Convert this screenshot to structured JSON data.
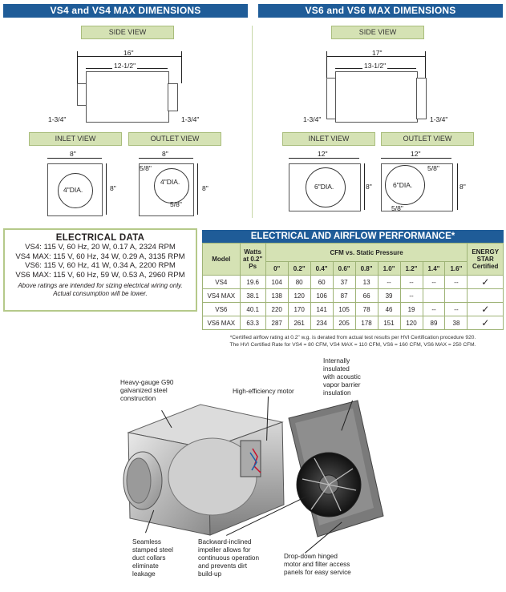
{
  "vs4": {
    "title": "VS4 and VS4 MAX DIMENSIONS",
    "side_view_label": "SIDE VIEW",
    "inlet_view_label": "INLET VIEW",
    "outlet_view_label": "OUTLET VIEW",
    "overall_length": "16\"",
    "body_length": "12-1/2\"",
    "left_collar": "1-3/4\"",
    "right_collar": "1-3/4\"",
    "inlet_width": "8\"",
    "inlet_height": "8\"",
    "inlet_dia": "4\"DIA.",
    "outlet_width": "8\"",
    "outlet_height": "8\"",
    "outlet_dia": "4\"DIA.",
    "outlet_offset_top": "5/8\"",
    "outlet_offset_bottom": "5/8\""
  },
  "vs6": {
    "title": "VS6 and VS6 MAX DIMENSIONS",
    "side_view_label": "SIDE VIEW",
    "inlet_view_label": "INLET VIEW",
    "outlet_view_label": "OUTLET VIEW",
    "overall_length": "17\"",
    "body_length": "13-1/2\"",
    "left_collar": "1-3/4\"",
    "right_collar": "1-3/4\"",
    "inlet_width": "12\"",
    "inlet_height": "8\"",
    "inlet_dia": "6\"DIA.",
    "outlet_width": "12\"",
    "outlet_height": "8\"",
    "outlet_dia": "6\"DIA.",
    "outlet_offset_top": "5/8\"",
    "outlet_offset_bottom": "5/8\""
  },
  "electrical": {
    "title": "ELECTRICAL DATA",
    "lines": [
      "VS4: 115 V, 60 Hz, 20 W, 0.17 A, 2324 RPM",
      "VS4 MAX: 115 V, 60 Hz, 34 W, 0.29 A, 3135 RPM",
      "VS6: 115 V, 60 Hz, 41 W, 0.34 A, 2200 RPM",
      "VS6 MAX: 115 V, 60 Hz, 59 W, 0.53 A, 2960 RPM"
    ],
    "note_1": "Above ratings are intended for sizing electrical wiring only.",
    "note_2": "Actual consumption will be lower."
  },
  "performance": {
    "title": "ELECTRICAL AND AIRFLOW PERFORMANCE*",
    "col_model": "Model",
    "col_watts_1": "Watts",
    "col_watts_2": "at 0.2\"",
    "col_watts_3": "Ps",
    "col_cfm": "CFM vs. Static Pressure",
    "col_energy_1": "ENERGY",
    "col_energy_2": "STAR",
    "col_energy_3": "Certified",
    "pressures": [
      "0\"",
      "0.2\"",
      "0.4\"",
      "0.6\"",
      "0.8\"",
      "1.0\"",
      "1.2\"",
      "1.4\"",
      "1.6\""
    ],
    "rows": [
      {
        "model": "VS4",
        "watts": "19.6",
        "cfm": [
          "104",
          "80",
          "60",
          "37",
          "13",
          "--",
          "--",
          "--",
          "--"
        ],
        "energy_star": "✓"
      },
      {
        "model": "VS4 MAX",
        "watts": "38.1",
        "cfm": [
          "138",
          "120",
          "106",
          "87",
          "66",
          "39",
          "--",
          "",
          ""
        ],
        "energy_star": ""
      },
      {
        "model": "VS6",
        "watts": "40.1",
        "cfm": [
          "220",
          "170",
          "141",
          "105",
          "78",
          "46",
          "19",
          "--",
          "--"
        ],
        "energy_star": "✓"
      },
      {
        "model": "VS6 MAX",
        "watts": "63.3",
        "cfm": [
          "287",
          "261",
          "234",
          "205",
          "178",
          "151",
          "120",
          "89",
          "38"
        ],
        "energy_star": "✓"
      }
    ],
    "footnote_1": "*Certified airflow rating at 0.2\" w.g. is derated from actual test results per HVI Certification procedure 920.",
    "footnote_2": "The HVI Certified Rate for VS4 = 80 CFM, VS4 MAX = 110 CFM, VS6 = 160 CFM, VS6 MAX = 250 CFM."
  },
  "callouts": {
    "steel": "Heavy-gauge G90\ngalvanized steel\nconstruction",
    "motor": "High-efficiency motor",
    "insulated": "Internally\ninsulated\nwith acoustic\nvapor barrier\ninsulation",
    "collars": "Seamless\nstamped steel\nduct collars\neliminate\nleakage",
    "impeller": "Backward-inclined\nimpeller allows for\ncontinuous operation\nand prevents dirt\nbuild-up",
    "hinged": "Drop-down hinged\nmotor and filter access\npanels for easy service"
  }
}
